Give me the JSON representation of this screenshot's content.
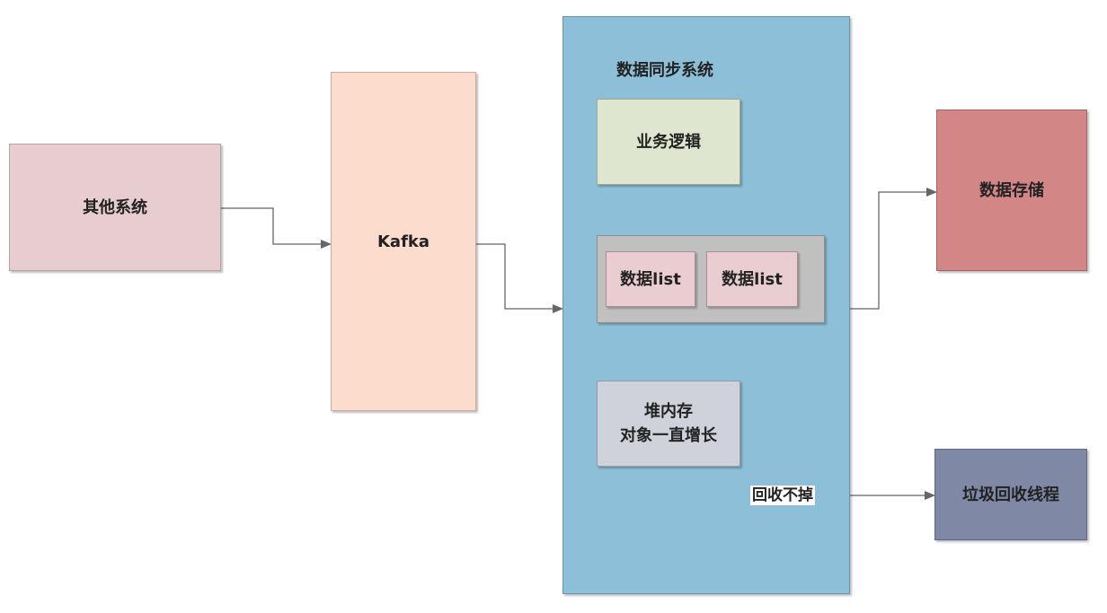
{
  "nodes": {
    "other_systems": "其他系统",
    "kafka": "Kafka",
    "sync_system_title": "数据同步系统",
    "business_logic": "业务逻辑",
    "data_list_a": "数据list",
    "data_list_b": "数据list",
    "heap_memory": "堆内存\n对象一直增长",
    "data_storage": "数据存储",
    "gc_thread": "垃圾回收线程"
  },
  "edges": {
    "gc_label": "回收不掉"
  },
  "colors": {
    "other_systems": "#e8cdd0",
    "kafka": "#fcdccc",
    "sync_system": "#8dc0d8",
    "business_logic": "#dfe6cf",
    "list_container": "#c0c0c0",
    "data_list": "#e9cdd0",
    "heap_memory": "#cfd2db",
    "data_storage": "#d28786",
    "gc_thread": "#7f89a5",
    "wire": "#666666"
  }
}
